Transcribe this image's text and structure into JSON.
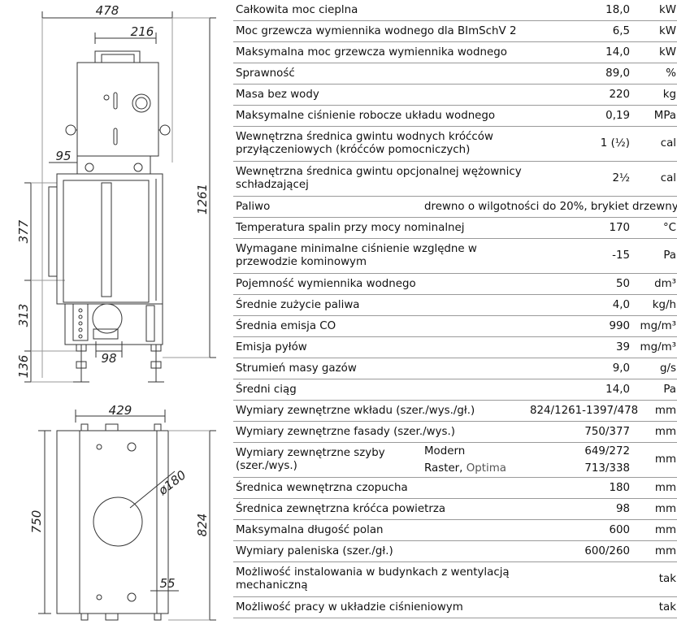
{
  "drawing": {
    "top_view": {
      "dim_width": "478",
      "dim_offset": "216",
      "dim_side": "95",
      "dim_height": "1261",
      "dim_upper": "377",
      "dim_middle": "313",
      "dim_lower": "136",
      "dim_collar": "98"
    },
    "bottom_view": {
      "dim_width": "429",
      "dim_diameter": "ø180",
      "dim_height_left": "750",
      "dim_height_right": "824",
      "dim_small": "55"
    }
  },
  "specs": {
    "rows": [
      {
        "label": "Całkowita moc cieplna",
        "value": "18,0",
        "unit": "kW"
      },
      {
        "label": "Moc grzewcza wymiennika wodnego dla BImSchV 2",
        "value": "6,5",
        "unit": "kW"
      },
      {
        "label": "Maksymalna moc grzewcza wymiennika wodnego",
        "value": "14,0",
        "unit": "kW"
      },
      {
        "label": "Sprawność",
        "value": "89,0",
        "unit": "%"
      },
      {
        "label": "Masa bez wody",
        "value": "220",
        "unit": "kg"
      },
      {
        "label": "Maksymalne ciśnienie robocze układu wodnego",
        "value": "0,19",
        "unit": "MPa"
      },
      {
        "label": "Wewnętrzna średnica gwintu wodnych króćców przyłączeniowych (króćców pomocniczych)",
        "value": "1 (½)",
        "unit": "cal"
      },
      {
        "label": "Wewnętrzna średnica gwintu opcjonalnej wężownicy schładzającej",
        "value": "2½",
        "unit": "cal"
      },
      {
        "label": "Paliwo",
        "value": "drewno o wilgotności do 20%, brykiet drzewny",
        "unit": ""
      },
      {
        "label": "Temperatura spalin przy mocy nominalnej",
        "value": "170",
        "unit": "°C"
      },
      {
        "label": "Wymagane minimalne ciśnienie względne w przewodzie kominowym",
        "value": "-15",
        "unit": "Pa"
      },
      {
        "label": "Pojemność wymiennika wodnego",
        "value": "50",
        "unit": "dm³"
      },
      {
        "label": "Średnie zużycie paliwa",
        "value": "4,0",
        "unit": "kg/h"
      },
      {
        "label": "Średnia emisja CO",
        "value": "990",
        "unit": "mg/m³"
      },
      {
        "label": "Emisja pyłów",
        "value": "39",
        "unit": "mg/m³"
      },
      {
        "label": "Strumień masy gazów",
        "value": "9,0",
        "unit": "g/s"
      },
      {
        "label": "Średni ciąg",
        "value": "14,0",
        "unit": "Pa"
      },
      {
        "label": "Wymiary zewnętrzne wkładu (szer./wys./gł.)",
        "value": "824/1261-1397/478",
        "unit": "mm"
      },
      {
        "label": "Wymiary zewnętrzne fasady (szer./wys.)",
        "value": "750/377",
        "unit": "mm"
      },
      {
        "label": "Wymiary zewnętrzne szyby (szer./wys.)",
        "sub": [
          {
            "name": "Modern",
            "value": "649/272"
          },
          {
            "name_a": "Raster, ",
            "name_b": "Optima",
            "value": "713/338"
          }
        ],
        "unit": "mm"
      },
      {
        "label": "Średnica wewnętrzna czopucha",
        "value": "180",
        "unit": "mm"
      },
      {
        "label": "Średnica zewnętrzna króćca powietrza",
        "value": "98",
        "unit": "mm"
      },
      {
        "label": "Maksymalna długość polan",
        "value": "600",
        "unit": "mm"
      },
      {
        "label": "Wymiary paleniska (szer./gł.)",
        "value": "600/260",
        "unit": "mm"
      },
      {
        "label": "Możliwość instalowania w budynkach z wentylacją mechaniczną",
        "value": "",
        "unit": "tak"
      },
      {
        "label": "Możliwość pracy w układzie ciśnieniowym",
        "value": "",
        "unit": "tak"
      }
    ]
  }
}
